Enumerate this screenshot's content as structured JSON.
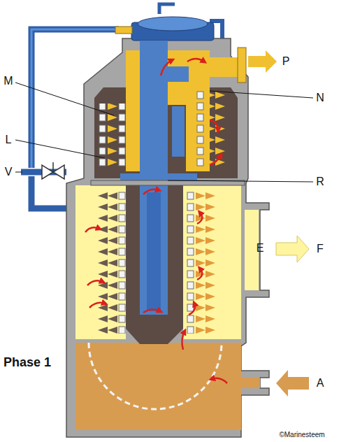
{
  "diagram": {
    "labels": [
      "P",
      "M",
      "N",
      "L",
      "V",
      "R",
      "E",
      "F",
      "Phase 1",
      "A",
      "©Marinesteem"
    ]
  }
}
